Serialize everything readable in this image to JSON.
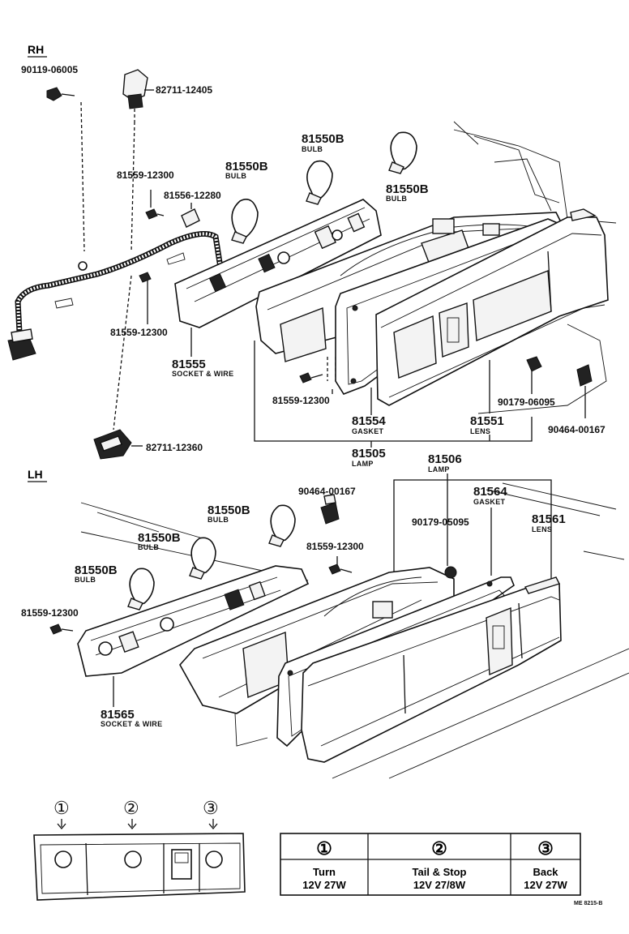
{
  "sections": {
    "rh": "RH",
    "lh": "LH"
  },
  "rh_labels": {
    "p90119": "90119-06005",
    "p82711a": "82711-12405",
    "p81559a": "81559-12300",
    "p81556": "81556-12280",
    "p81559b": "81559-12300",
    "p81559c": "81559-12300",
    "p82711b": "82711-12360",
    "p90179": "90179-06095",
    "p90464": "90464-00167"
  },
  "rh_callouts": {
    "bulb1": {
      "num": "81550B",
      "name": "BULB"
    },
    "bulb2": {
      "num": "81550B",
      "name": "BULB"
    },
    "bulb3": {
      "num": "81550B",
      "name": "BULB"
    },
    "socket": {
      "num": "81555",
      "name": "SOCKET & WIRE"
    },
    "gasket": {
      "num": "81554",
      "name": "GASKET"
    },
    "lens": {
      "num": "81551",
      "name": "LENS"
    },
    "lamp": {
      "num": "81505",
      "name": "LAMP"
    }
  },
  "lh_labels": {
    "p90464": "90464-00167",
    "p90179": "90179-05095",
    "p81559a": "81559-12300",
    "p81559b": "81559-12300"
  },
  "lh_callouts": {
    "lamp": {
      "num": "81506",
      "name": "LAMP"
    },
    "gasket": {
      "num": "81564",
      "name": "GASKET"
    },
    "lens": {
      "num": "81561",
      "name": "LENS"
    },
    "bulb1": {
      "num": "81550B",
      "name": "BULB"
    },
    "bulb2": {
      "num": "81550B",
      "name": "BULB"
    },
    "bulb3": {
      "num": "81550B",
      "name": "BULB"
    },
    "socket": {
      "num": "81565",
      "name": "SOCKET & WIRE"
    }
  },
  "legend_markers": [
    "①",
    "②",
    "③"
  ],
  "bulb_table": {
    "markers": [
      "①",
      "②",
      "③"
    ],
    "functions": [
      "Turn",
      "Tail & Stop",
      "Back"
    ],
    "specs": [
      "12V 27W",
      "12V 27/8W",
      "12V 27W"
    ]
  },
  "footer_code": "ME 8215-B"
}
